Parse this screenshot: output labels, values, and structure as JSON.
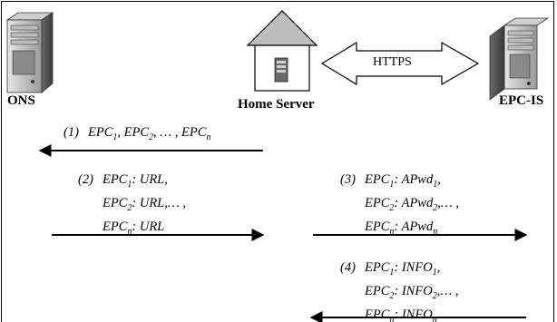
{
  "nodes": {
    "ons": "ONS",
    "home_server": "Home Server",
    "epc_is": "EPC-IS"
  },
  "link": {
    "label": "HTTPS"
  },
  "messages": [
    {
      "num": "(1)",
      "lines": [
        {
          "parts": [
            [
              "EPC",
              "1"
            ],
            [
              ", EPC",
              "2"
            ],
            [
              ", … , EPC",
              "n"
            ]
          ]
        }
      ]
    },
    {
      "num": "(2)",
      "lines": [
        {
          "parts": [
            [
              "EPC",
              "1"
            ],
            [
              ": URL,",
              ""
            ]
          ]
        },
        {
          "parts": [
            [
              "EPC",
              "2"
            ],
            [
              ": URL,… ,",
              ""
            ]
          ]
        },
        {
          "parts": [
            [
              "EPC",
              "n"
            ],
            [
              ": URL",
              ""
            ]
          ]
        }
      ]
    },
    {
      "num": "(3)",
      "lines": [
        {
          "parts": [
            [
              "EPC",
              "1"
            ],
            [
              ": APwd",
              "1"
            ],
            [
              ",",
              ""
            ]
          ]
        },
        {
          "parts": [
            [
              "EPC",
              "2"
            ],
            [
              ": APwd",
              "2"
            ],
            [
              ",… ,",
              ""
            ]
          ]
        },
        {
          "parts": [
            [
              "EPC",
              "n"
            ],
            [
              ": APwd",
              "n"
            ]
          ]
        }
      ]
    },
    {
      "num": "(4)",
      "lines": [
        {
          "parts": [
            [
              "EPC",
              "1"
            ],
            [
              ": INFO",
              "1"
            ],
            [
              ",",
              ""
            ]
          ]
        },
        {
          "parts": [
            [
              "EPC",
              "2"
            ],
            [
              ": INFO",
              "2"
            ],
            [
              ",… ,",
              ""
            ]
          ]
        },
        {
          "parts": [
            [
              "EPC",
              "n"
            ],
            [
              ": INFO",
              "n"
            ]
          ]
        }
      ]
    }
  ]
}
